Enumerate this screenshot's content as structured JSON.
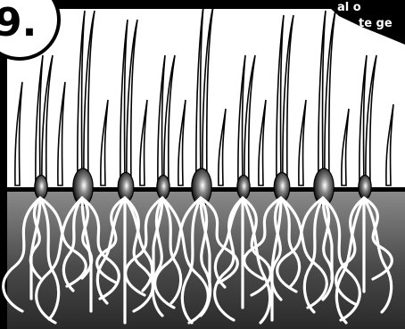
{
  "panel": {
    "step_number": "9.",
    "corner_text_line1": "al o",
    "corner_text_line2": "te ge"
  },
  "colors": {
    "ink": "#000000",
    "paper": "#ffffff",
    "soil_top": "#7c7c7c",
    "soil_bottom": "#2e2e2e"
  }
}
